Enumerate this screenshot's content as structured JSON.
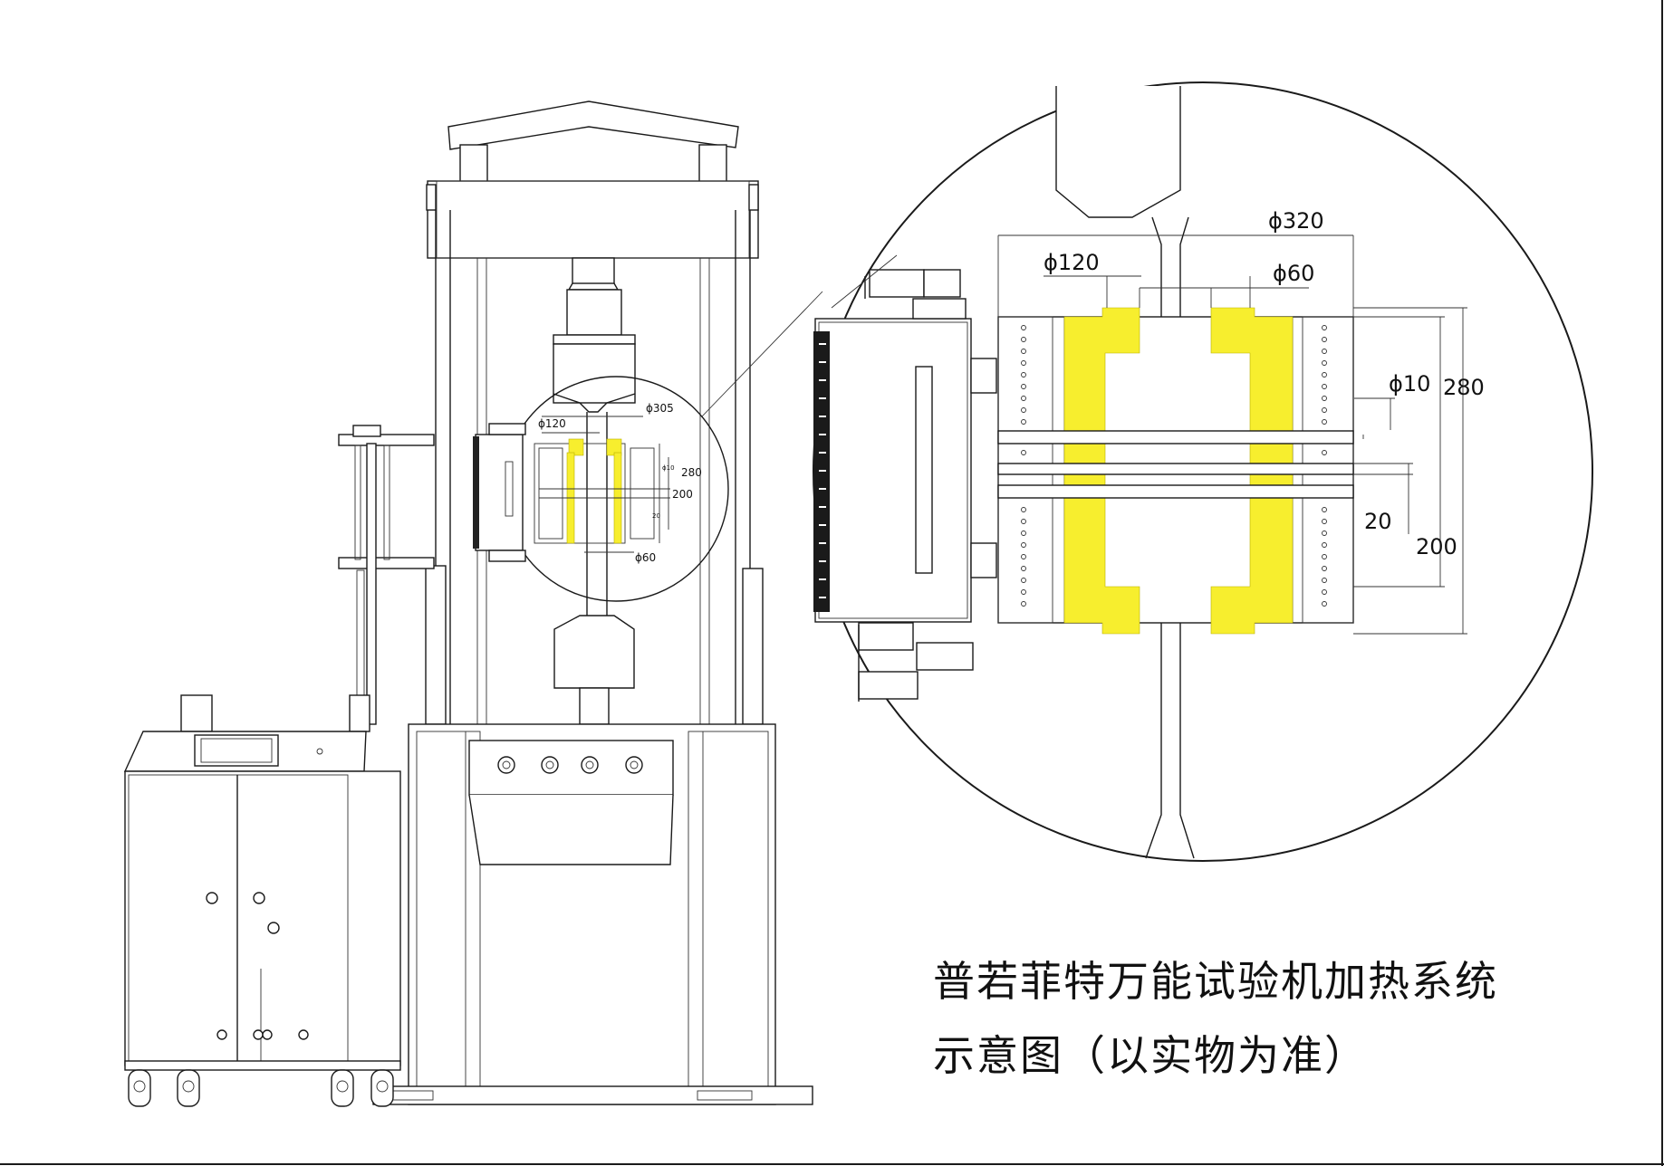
{
  "caption": {
    "line1": "普若菲特万能试验机加热系统",
    "line2": "示意图（以实物为准）"
  },
  "colors": {
    "heating_element": "#f7ee2e",
    "line": "#1a1a1a",
    "background": "#ffffff"
  },
  "detail_dimensions": {
    "outer_diameter": "ϕ320",
    "hole_diameter": "ϕ120",
    "bore_diameter": "ϕ60",
    "probe_diameter": "ϕ10",
    "total_height": "280",
    "zone_height": "200",
    "gap": "20"
  },
  "overview_dimensions": {
    "outer_diameter": "ϕ305",
    "hole_diameter": "ϕ120",
    "bore_diameter": "ϕ60",
    "probe_diameter": "ϕ10",
    "total_height": "280",
    "zone_height": "200",
    "gap": "20"
  }
}
